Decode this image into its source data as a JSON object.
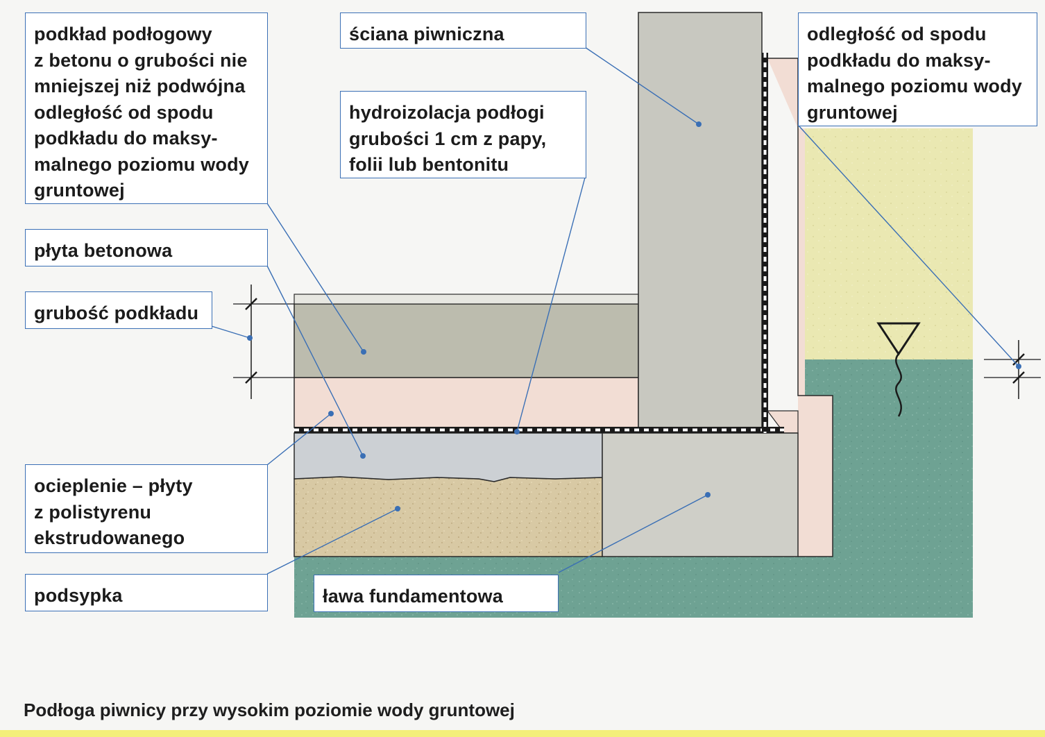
{
  "colors": {
    "page_background": "#f6f6f4",
    "insulation_pink": "#f2ddd4",
    "concrete_slab": "#bcbcae",
    "wall_gray": "#c8c8c0",
    "foundation_gray": "#cfcfc8",
    "subbase": "#ccd0d4",
    "fill_sand": "#d8c9a4",
    "soil_above_water": "#eae8b2",
    "soil_below_water": "#6ea293",
    "waterproofing_black": "#1a1a1a",
    "callout_border": "#3a6fb5",
    "leader_line": "#3a6fb5"
  },
  "labels": {
    "subbase": [
      "podkład podłogowy",
      "z betonu o grubości nie",
      "mniejszej niż podwójna",
      "odległość od spodu",
      "podkładu do maksy-",
      "malnego poziomu wody",
      "gruntowej"
    ],
    "concrete_slab": [
      "płyta betonowa"
    ],
    "subbase_thickness": [
      "grubość podkładu"
    ],
    "insulation": [
      "ocieplenie – płyty",
      "z polistyrenu",
      "ekstrudowanego"
    ],
    "fill": [
      "podsypka"
    ],
    "basement_wall": [
      "ściana piwniczna"
    ],
    "waterproofing": [
      "hydroizolacja podłogi",
      "grubości 1 cm z papy,",
      "folii lub bentonitu"
    ],
    "footing": [
      "ława fundamentowa"
    ],
    "water_distance": [
      "odległość od spodu",
      "podkładu do maksy-",
      "malnego poziomu wody",
      "gruntowej"
    ]
  },
  "icons": {
    "water_level": "water-level-triangle-icon",
    "dimension_tick": "dimension-tick-icon"
  },
  "caption": "Podłoga piwnicy przy wysokim poziomie wody gruntowej"
}
